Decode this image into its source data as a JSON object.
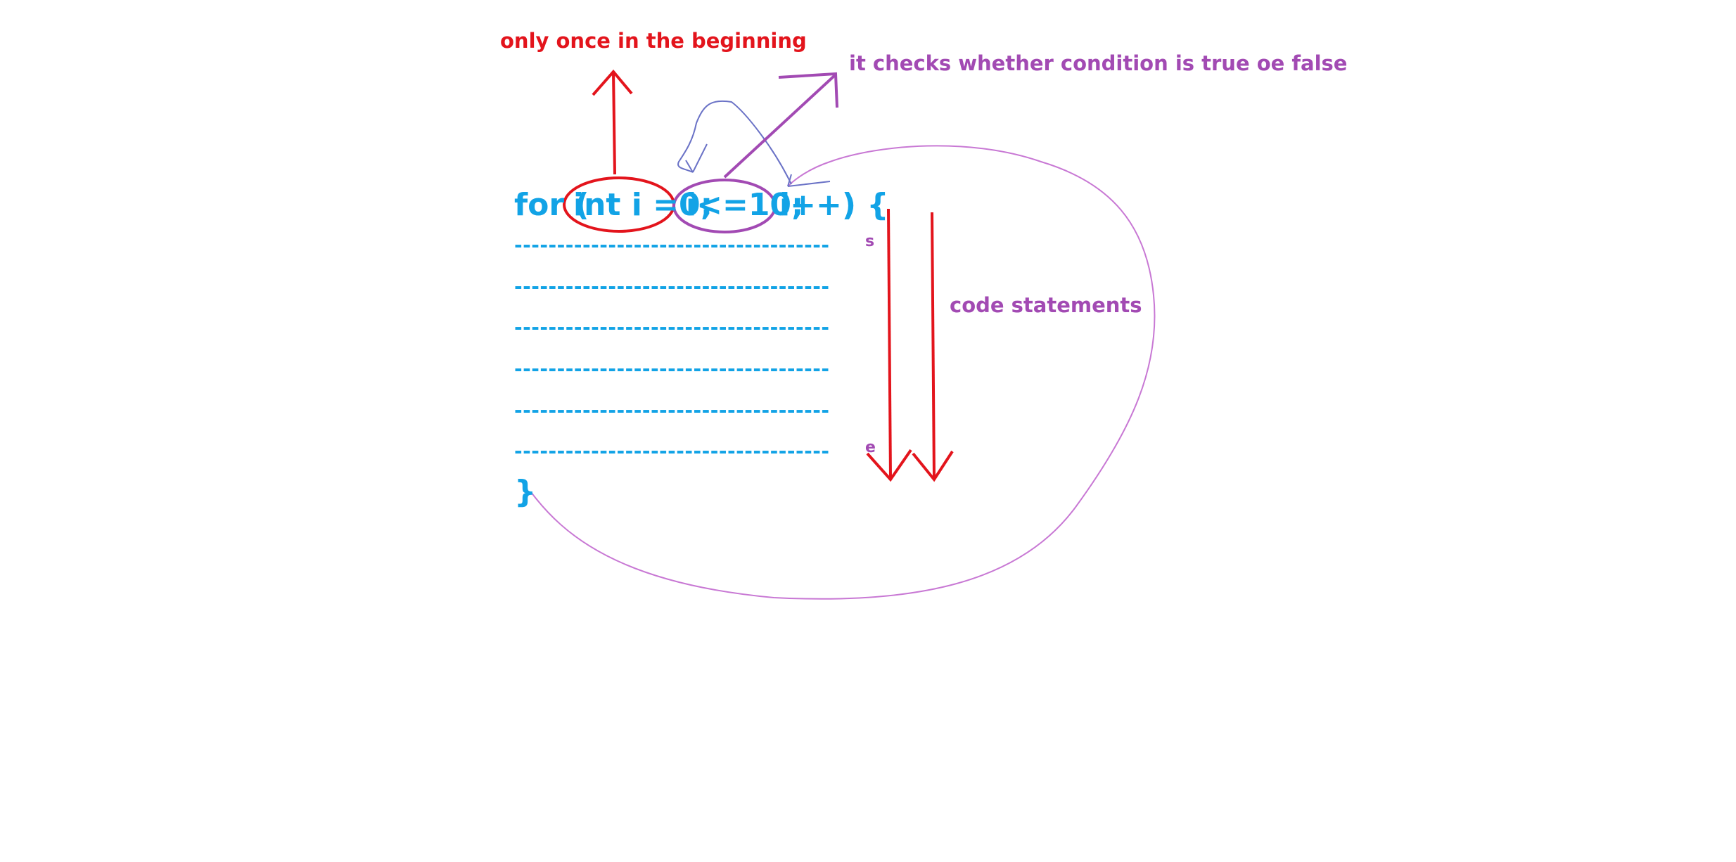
{
  "annotations": {
    "init_note": "only once in the beginning",
    "condition_note": "it checks whether condition is true oe false",
    "body_note": "code statements",
    "start_marker": "s",
    "end_marker": "e"
  },
  "code": {
    "for_keyword": "for (",
    "init_part": "int i =0;",
    "condition_part": "i<=10;",
    "update_part": "i++) {",
    "body_lines": [
      "-------------------------------------",
      "-------------------------------------",
      "-------------------------------------",
      "-------------------------------------",
      "-------------------------------------",
      "-------------------------------------"
    ],
    "closing_brace": "}"
  },
  "colors": {
    "code": "#12a3e6",
    "red": "#e3141c",
    "purple": "#a24ab3",
    "loop_curve": "#c878d4",
    "small_curve": "#6a72c6"
  }
}
